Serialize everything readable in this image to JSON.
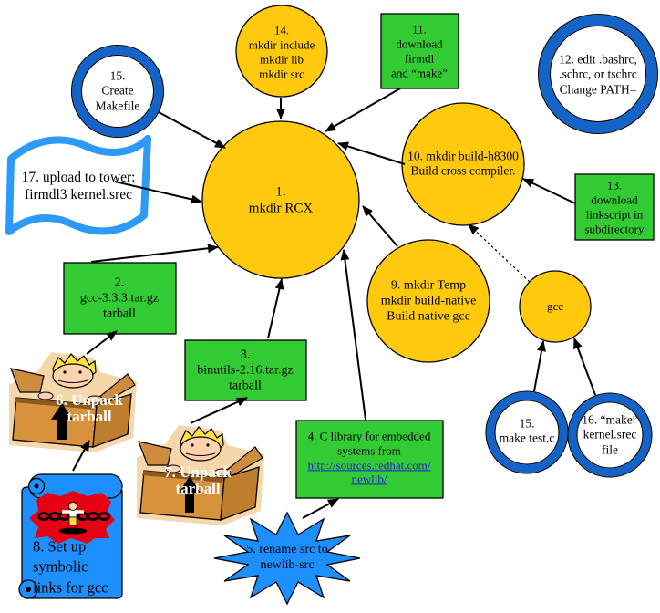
{
  "diagram": {
    "description": "Hand-drawn style flowchart of steps for building an RCX cross-compiler environment",
    "colors": {
      "background": "#FFFFFF",
      "node_yellow": "#FFC90E",
      "node_green": "#33CB33",
      "ring_blue": "#1464C8",
      "shape_blue": "#1E8FFF",
      "link_blue": "#2222CC",
      "arrow_black": "#000000",
      "clipart_red": "#E60014",
      "box_tan": "#D8923C"
    },
    "nodes": {
      "step1": "1.\nmkdir RCX",
      "step2": "2.\ngcc-3.3.3.tar.gz\ntarball",
      "step3": "3.\nbinutils-2.16.tar.gz\ntarball",
      "step4_text": "4. C library for embedded\nsystems from",
      "step4_link": "http://sources.redhat.com/\nnewlib/",
      "step5": "5. rename src to\nnewlib-src",
      "step6": "6. Unpack\ntarball",
      "step7": "7. Unpack\ntarball",
      "step8": "8. Set up\nsymbolic\nlinks for gcc",
      "step9": "9. mkdir Temp\nmkdir build-native\nBuild native gcc",
      "step10": "10. mkdir build-h8300\nBuild cross compiler.",
      "step11": "11.\ndownload\nfirmdl\nand “make”",
      "step12": "12. edit .bashrc,\n.schrc, or tschrc\nChange  PATH=",
      "step13": "13.\ndownload\nlinkscript in\nsubdirectory",
      "step14": "14.\nmkdir include\nmkdir lib\nmkdir src",
      "step15_create_makefile": "15.\nCreate\nMakefile",
      "step15_make_test": "15.\nmake test.c",
      "step16": "16. “make”\nkernel.srec\nfile",
      "step17": "17. upload to tower:\nfirmdl3 kernel.srec",
      "gcc": "gcc"
    }
  }
}
